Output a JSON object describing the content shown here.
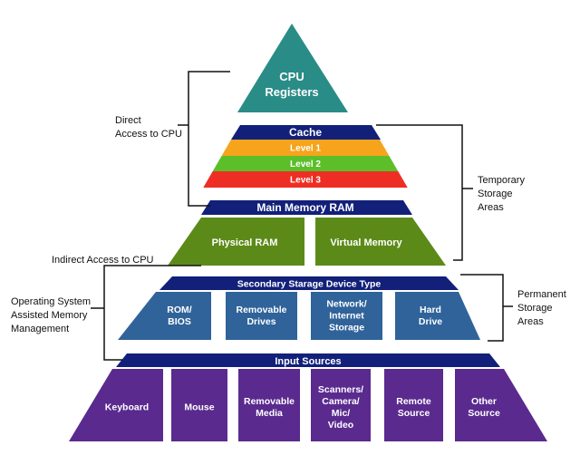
{
  "colors": {
    "top": "#2a8c87",
    "band": "#12207a",
    "cache_l1": "#f5a41b",
    "cache_l2": "#5cbf2a",
    "cache_l3": "#ee2e24",
    "ram": "#5c8a18",
    "storage": "#2f639a",
    "input": "#5a2a8f",
    "line": "#111111"
  },
  "levels": {
    "cpu": {
      "label": "CPU\nRegisters"
    },
    "cache": {
      "title": "Cache",
      "sublevels": [
        "Level 1",
        "Level 2",
        "Level 3"
      ]
    },
    "ram": {
      "title": "Main Memory RAM",
      "blocks": [
        "Physical RAM",
        "Virtual Memory"
      ]
    },
    "storage": {
      "title": "Secondary Starage Device Type",
      "blocks": [
        "ROM/\nBIOS",
        "Removable\nDrives",
        "Network/\nInternet\nStorage",
        "Hard\nDrive"
      ]
    },
    "input": {
      "title": "Input Sources",
      "blocks": [
        "Keyboard",
        "Mouse",
        "Removable\nMedia",
        "Scanners/\nCamera/\nMic/\nVideo",
        "Remote\nSource",
        "Other\nSource"
      ]
    }
  },
  "annotations": {
    "direct": "Direct\nAccess to CPU",
    "temporary": "Temporary\nStorage\nAreas",
    "indirect": "Indirect Access to CPU",
    "os_assisted": "Operating System\nAssisted Memory\nManagement",
    "permanent": "Permanent\nStorage\nAreas"
  }
}
